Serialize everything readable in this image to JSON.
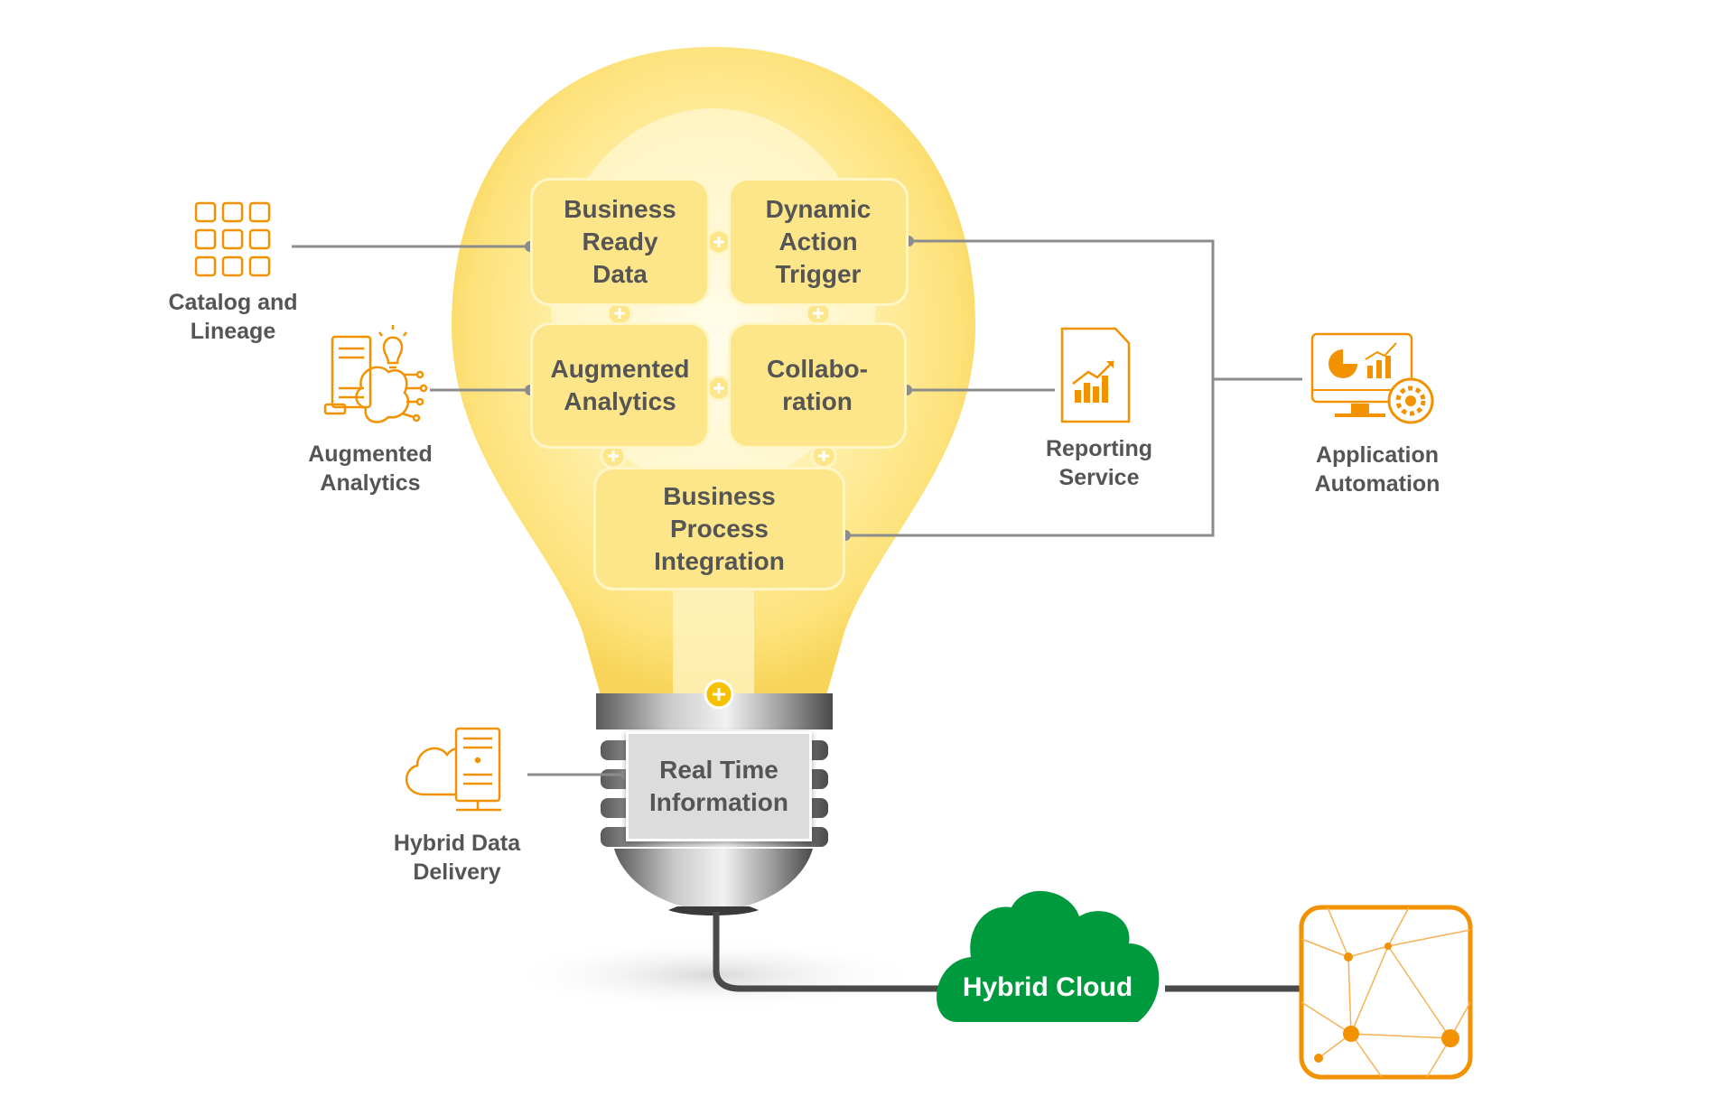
{
  "bulb_modules": {
    "business_ready_data": "Business\nReady\nData",
    "dynamic_action_trigger": "Dynamic\nAction\nTrigger",
    "augmented_analytics": "Augmented\nAnalytics",
    "collaboration": "Collabo-\nration",
    "business_process_integration": "Business\nProcess\nIntegration",
    "real_time_information": "Real Time\nInformation"
  },
  "side_items": {
    "catalog_lineage": "Catalog and\nLineage",
    "augmented_analytics": "Augmented\nAnalytics",
    "reporting_service": "Reporting\nService",
    "application_automation": "Application\nAutomation",
    "hybrid_data_delivery": "Hybrid Data\nDelivery"
  },
  "hybrid_cloud_label": "Hybrid Cloud",
  "colors": {
    "accent_orange": "#f39200",
    "module_fill": "#fde68a",
    "cloud_green": "#009a3e",
    "text_gray": "#555555",
    "connector_gray": "#8c8c8c"
  },
  "icons": [
    "grid-icon",
    "ai-brain-icon",
    "report-doc-icon",
    "monitor-gear-icon",
    "cloud-server-icon",
    "network-icon",
    "plus-icon"
  ]
}
